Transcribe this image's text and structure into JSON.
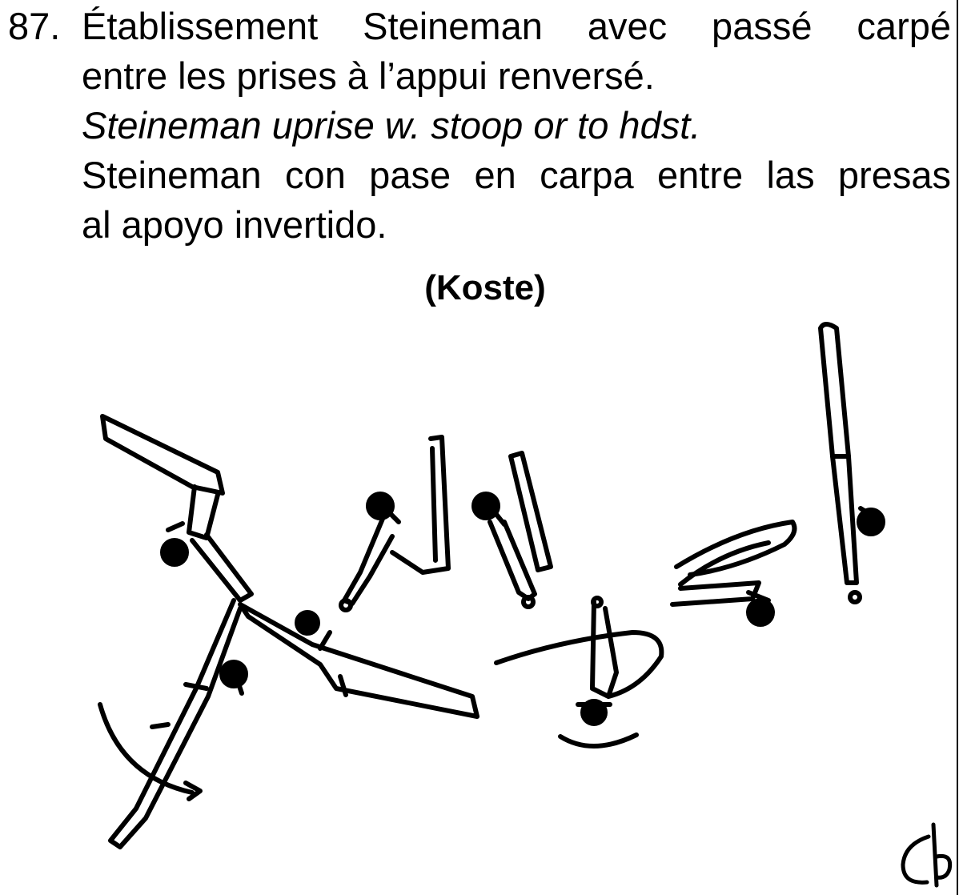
{
  "element": {
    "number": "87.",
    "french_line1": "Établissement Steineman avec passé carpé",
    "french_line2": "entre les prises à l’appui renversé.",
    "english": "Steineman uprise w. stoop or to hdst.",
    "spanish_line1": "Steineman con pase en carpa entre las presas",
    "spanish_line2": "al apoyo invertido.",
    "author": "(Koste)"
  },
  "figure": {
    "icon": "gymnast-sequence-drawing",
    "signature": "cb"
  }
}
